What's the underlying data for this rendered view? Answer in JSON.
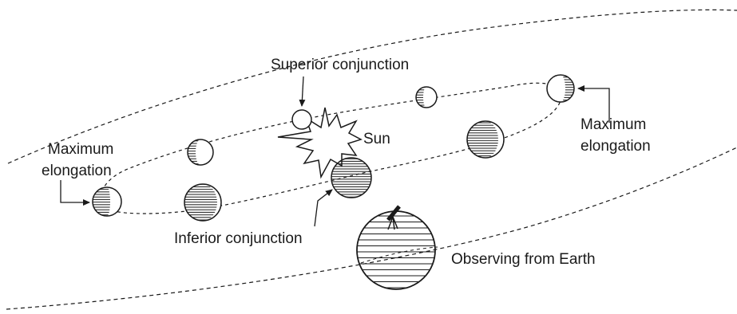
{
  "labels": {
    "superior_conjunction": "Superior conjunction",
    "sun": "Sun",
    "maximum_elongation_left_1": "Maximum",
    "maximum_elongation_left_2": "elongation",
    "maximum_elongation_right_1": "Maximum",
    "maximum_elongation_right_2": "elongation",
    "inferior_conjunction": "Inferior conjunction",
    "observing_from_earth": "Observing from Earth"
  },
  "icons": {
    "sun": "sun-burst-icon",
    "earth": "earth-hatched-globe-icon",
    "observer": "telescope-icon"
  },
  "colors": {
    "ink": "#1a1a1a",
    "background": "#ffffff"
  }
}
